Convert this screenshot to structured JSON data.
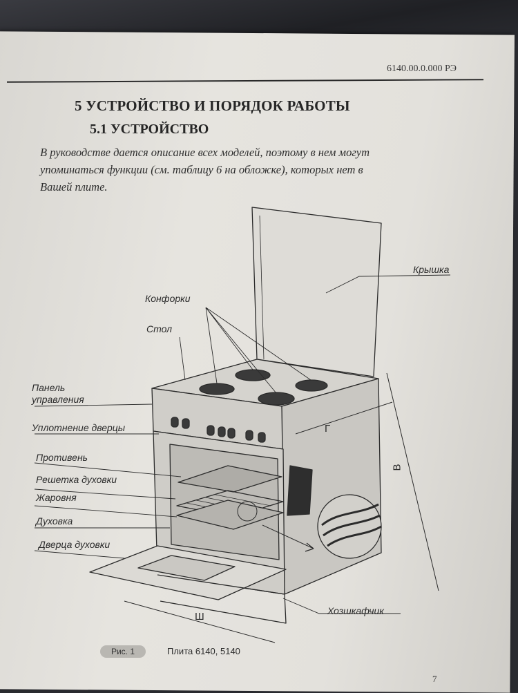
{
  "header": {
    "doc_code": "6140.00.0.000 РЭ"
  },
  "section": {
    "title": "5 УСТРОЙСТВО И ПОРЯДОК РАБОТЫ",
    "subtitle": "5.1 УСТРОЙСТВО"
  },
  "intro": {
    "line1": "В руководстве дается описание всех моделей, поэтому в нем могут",
    "line2": "упоминаться  функции (см. таблицу 6 на  обложке), которых нет в",
    "line3": "Вашей плите."
  },
  "labels": {
    "lid": "Крышка",
    "burners": "Конфорки",
    "table": "Стол",
    "panel_line1": "Панель",
    "panel_line2": "управления",
    "door_seal": "Уплотнение дверцы",
    "baking_tray": "Противень",
    "oven_rack": "Решетка духовки",
    "roasting_pan": "Жаровня",
    "oven": "Духовка",
    "oven_door": "Дверца духовки",
    "storage": "Хозшкафчик",
    "dim_width": "Ш",
    "dim_height": "В",
    "dim_depth": "Г"
  },
  "figure": {
    "badge": "Рис. 1",
    "caption": "Плита 6140, 5140"
  },
  "page_number": "7"
}
